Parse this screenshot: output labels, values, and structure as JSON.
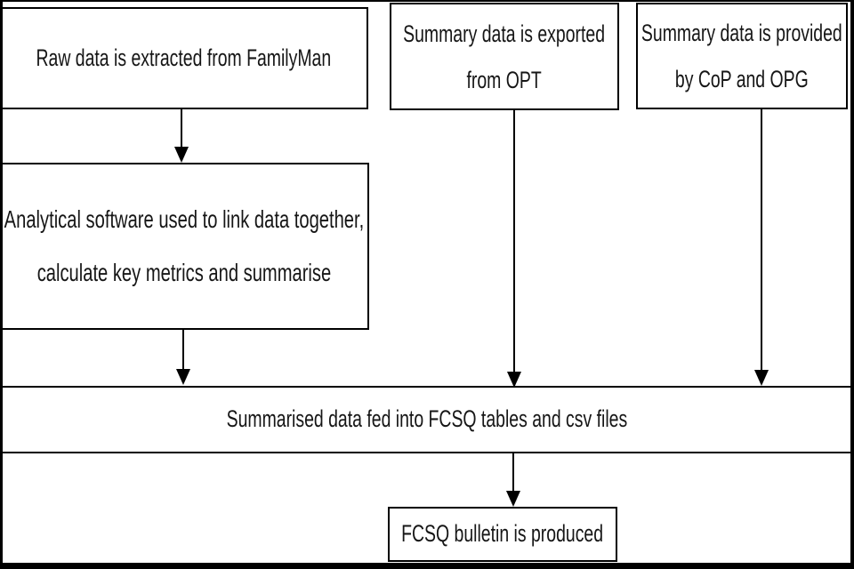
{
  "boxes": {
    "raw_data": {
      "lines": [
        "Raw data is extracted from FamilyMan"
      ]
    },
    "opt_export": {
      "lines": [
        "Summary data is exported",
        "from OPT"
      ]
    },
    "cop_opg": {
      "lines": [
        "Summary data is provided",
        "by CoP and OPG"
      ]
    },
    "analytical": {
      "lines": [
        "Analytical software used to link data together,",
        "calculate key metrics and summarise"
      ]
    },
    "fcsq_tables": {
      "lines": [
        "Summarised data fed into FCSQ tables and csv files"
      ]
    },
    "bulletin": {
      "lines": [
        "FCSQ bulletin is produced"
      ]
    }
  },
  "connectors": [
    {
      "from": "raw_data",
      "to": "analytical"
    },
    {
      "from": "analytical",
      "to": "fcsq_tables"
    },
    {
      "from": "opt_export",
      "to": "fcsq_tables"
    },
    {
      "from": "cop_opg",
      "to": "fcsq_tables"
    },
    {
      "from": "fcsq_tables",
      "to": "bulletin"
    }
  ],
  "colors": {
    "line": "#000000",
    "text": "#161616",
    "background": "#ffffff"
  }
}
